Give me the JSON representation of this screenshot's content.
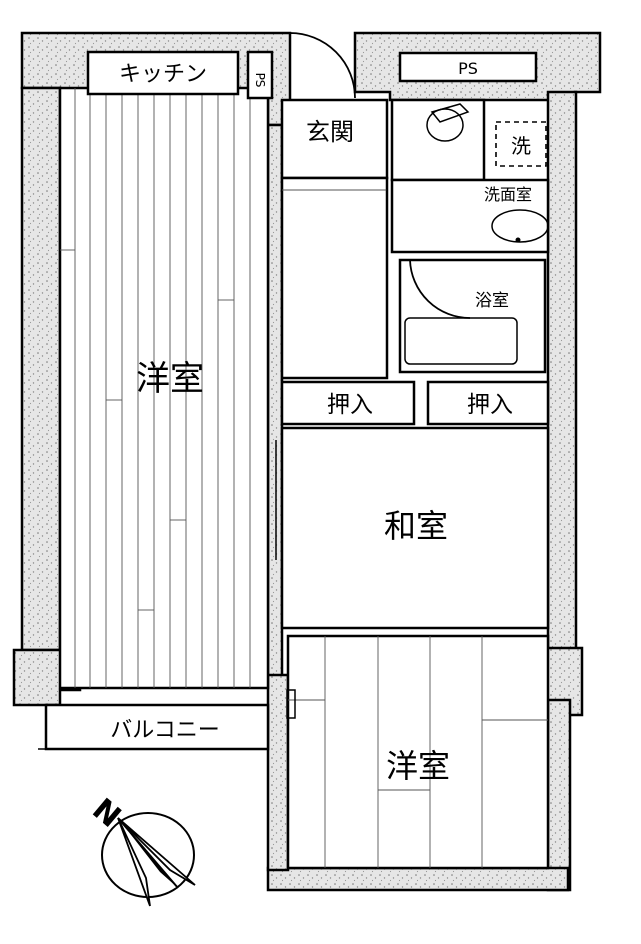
{
  "rooms": {
    "kitchen": "キッチン",
    "ps_left": "PS",
    "ps_right": "PS",
    "entrance": "玄関",
    "laundry": "洗",
    "washroom": "洗面室",
    "bath": "浴室",
    "western_left": "洋室",
    "storage_left": "押入",
    "storage_right": "押入",
    "japanese": "和室",
    "western_bottom": "洋室",
    "balcony": "バルコニー"
  },
  "compass": {
    "north": "N"
  },
  "colors": {
    "line": "#000000",
    "wall_fill": "#e6e6e6",
    "background": "#ffffff"
  }
}
